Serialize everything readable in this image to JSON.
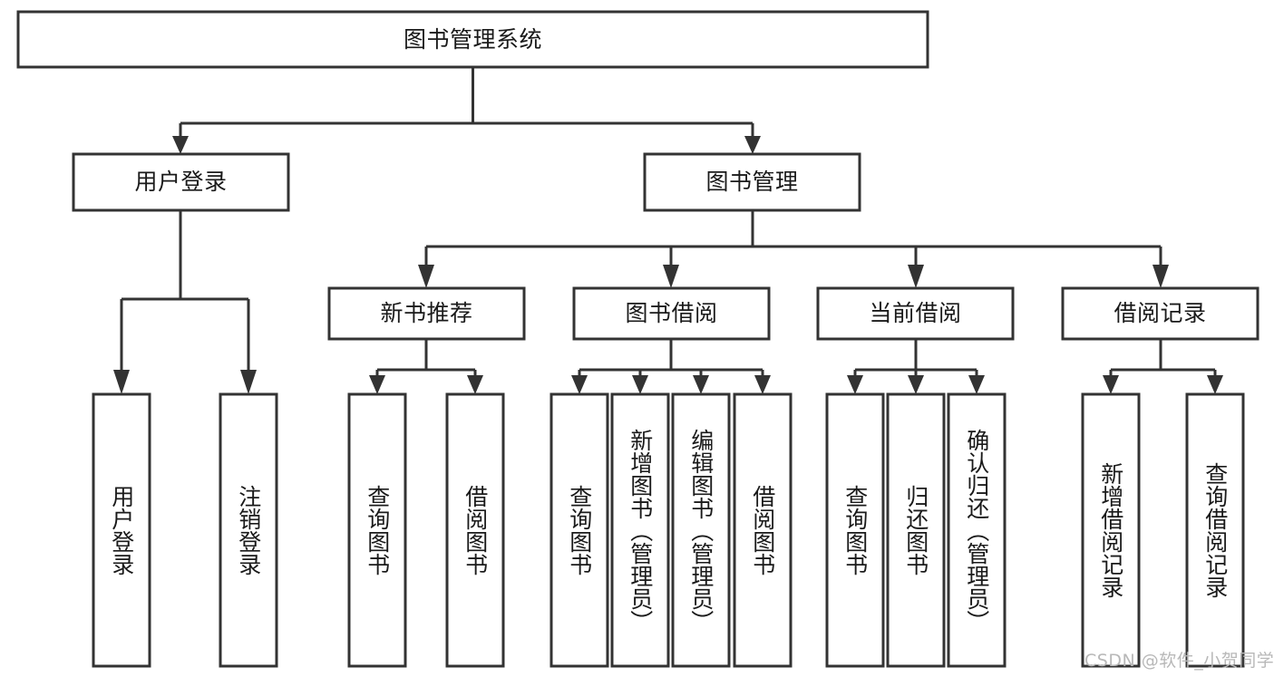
{
  "chart_data": {
    "type": "diagram",
    "title": "图书管理系统",
    "orientation": "top-down-tree",
    "levels": 4
  },
  "diagram": {
    "root": {
      "label": "图书管理系统"
    },
    "level2": [
      {
        "label": "用户登录"
      },
      {
        "label": "图书管理"
      }
    ],
    "level3": [
      {
        "label": "新书推荐"
      },
      {
        "label": "图书借阅"
      },
      {
        "label": "当前借阅"
      },
      {
        "label": "借阅记录"
      }
    ],
    "leaves_user_login": [
      {
        "label": "用户登录"
      },
      {
        "label": "注销登录"
      }
    ],
    "leaves_new_book": [
      {
        "label": "查询图书"
      },
      {
        "label": "借阅图书"
      }
    ],
    "leaves_borrow": [
      {
        "label": "查询图书"
      },
      {
        "label": "新增图书（管理员）"
      },
      {
        "label": "编辑图书（管理员）"
      },
      {
        "label": "借阅图书"
      }
    ],
    "leaves_current": [
      {
        "label": "查询图书"
      },
      {
        "label": "归还图书"
      },
      {
        "label": "确认归还（管理员）"
      }
    ],
    "leaves_record": [
      {
        "label": "新增借阅记录"
      },
      {
        "label": "查询借阅记录"
      }
    ]
  },
  "watermark": {
    "text": "CSDN @软件_小贺同学"
  },
  "colors": {
    "box_stroke": "#333333",
    "box_fill": "#ffffff",
    "text": "#1a1a1a",
    "watermark": "#b8b8b8",
    "background": "#ffffff"
  }
}
